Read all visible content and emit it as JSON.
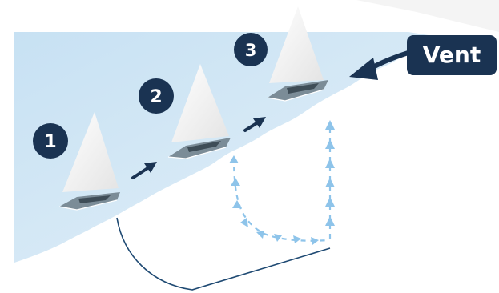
{
  "steps": [
    {
      "number": "1"
    },
    {
      "number": "2"
    },
    {
      "number": "3"
    }
  ],
  "wind_label": "Vent",
  "colors": {
    "water_light": "#d9ebf7",
    "water_mid": "#c2def2",
    "navy": "#1a3352",
    "current_arrow": "#8ec4ea",
    "sail": "#f2f2f2",
    "hull": "#7b8c97",
    "keel_line": "#1f4a73"
  }
}
